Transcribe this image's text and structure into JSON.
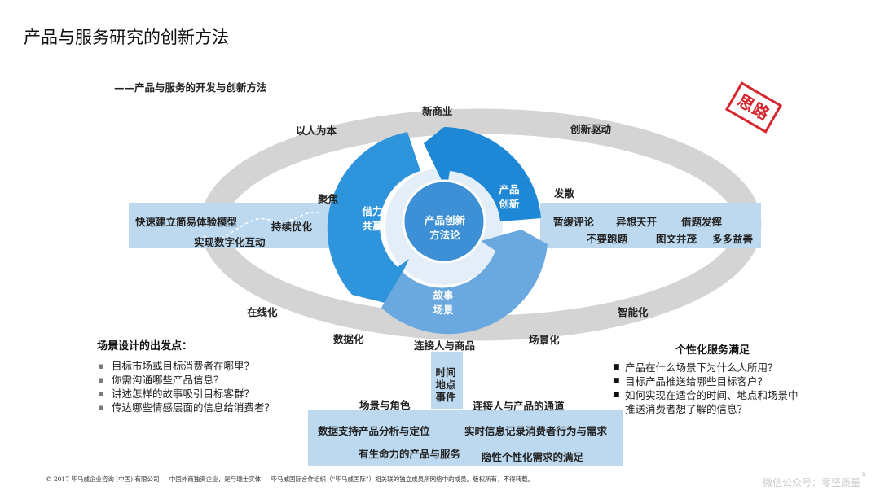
{
  "title": "产品与服务研究的创新方法",
  "subtitle": "——产品与服务的开发与创新方法",
  "stamp": "思路",
  "ring": {
    "top": "新商业",
    "top_left": "以人为本",
    "top_right": "创新驱动",
    "bottom_left_1": "在线化",
    "bottom_left_2": "数据化",
    "bottom_right_1": "智能化",
    "bottom_right_2": "场景化",
    "bottom_center": "连接人与商品"
  },
  "left_band": {
    "heading": "聚焦",
    "items": [
      "快速建立简易体验模型",
      "持续优化",
      "实现数字化互动"
    ]
  },
  "right_band": {
    "heading": "发散",
    "items": [
      "暂缓评论",
      "异想天开",
      "借题发挥",
      "不要跑题",
      "图文并茂",
      "多多益善"
    ]
  },
  "cycle": {
    "center": "产品创新方法论",
    "seg_right": "产品创新",
    "seg_left": "借力共赢",
    "seg_bottom": "故事场景"
  },
  "bottom": {
    "stem": "时间地点事件",
    "left_label": "场景与角色",
    "right_label": "连接人与产品的通道",
    "cells": [
      "数据支持产品分析与定位",
      "实时信息记录消费者行为与需求",
      "有生命力的产品与服务",
      "隐性个性化需求的满足"
    ]
  },
  "left_panel": {
    "title": "场景设计的出发点：",
    "items": [
      "目标市场或目标消费者在哪里？",
      "你需沟通哪些产品信息？",
      "讲述怎样的故事吸引目标客群？",
      "传达哪些情感层面的信息给消费者？"
    ]
  },
  "right_panel": {
    "title": "个性化服务满足",
    "items": [
      "产品在什么场景下为什么人所用？",
      "目标产品推送给哪些目标客户？",
      "如何实现在适合的时间、地点和场景中推送消费者想了解的信息？"
    ]
  },
  "footer": "© 2017 毕马威企业咨询 (中国) 有限公司 — 中国外商独资企业，是与瑞士实体 — 毕马威国际合作组织（“毕马威国际”）相关联的独立成员所网络中的成员。版权所有，不得转载。",
  "watermark": "微信公众号：零竖质量",
  "page_number": "1",
  "colors": {
    "ring": "#d4d4d4",
    "band": "#bcd9ef",
    "arrow_dark": "#1e88d6",
    "arrow_mid": "#2e95dc",
    "arrow_light": "#6aa8e0",
    "center": "#3d8fd6",
    "stamp": "#d6262e"
  }
}
